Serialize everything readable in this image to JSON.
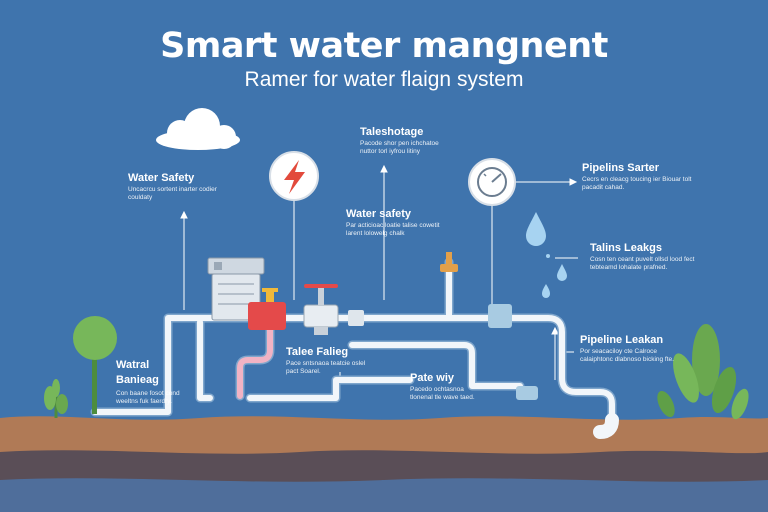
{
  "header": {
    "title": "Smart water mangnent",
    "subtitle": "Ramer for water flaign system"
  },
  "labels": {
    "water_safety_left": {
      "title": "Water Safety",
      "desc": "Uncacrcu sortent  inarter  codier couldaty"
    },
    "taleshotage": {
      "title": "Taleshotage",
      "desc": "Pacode shor pen  ichchatoe nuttor torl iyfrou litiny"
    },
    "water_safety_mid": {
      "title": "Water safety",
      "desc": "Par acticioac loatie talise  cowetit larent lolowelg chalk"
    },
    "pipeline_sarter": {
      "title": "Pipelins Sarter",
      "desc": "Cecrs en cleacg toucing ier Biouar  tolt pacadit cahad."
    },
    "talins_leakage": {
      "title": "Talins Leakgs",
      "desc": "Cosn ten ceant puvelt ollsd lood fect tebteamd lohalate prafned."
    },
    "pipeline_leakage": {
      "title": "Pipeline Leakan",
      "desc": "Por seacaciloy cte Calroce calaiphtonc dlabnoso bicking fte."
    },
    "water_banding": {
      "title": "Watral Banieag",
      "desc": "Con baane fosot cond weeltns  fuk faerdry."
    },
    "talee_falieg": {
      "title": "Talee Falieg",
      "desc": "Pace sntsnaoa teatcie  oslel pact Soarel."
    },
    "pate_way": {
      "title": "Pate wiy",
      "desc": "Pacedo  ochtasnoa tlonenal tle wave taed."
    }
  },
  "icons": {
    "lightning": "lightning-icon",
    "gauge": "gauge-icon",
    "droplet": "water-drop-icon",
    "cloud": "cloud-icon",
    "server": "server-icon",
    "valve": "valve-icon",
    "plant": "plant-icon",
    "tree": "tree-icon"
  },
  "colors": {
    "background": "#3f74ad",
    "pipe": "#f2f6fa",
    "pipe_pink": "#f1b3c4",
    "valve_red": "#e44a4a",
    "soil": "#b07a56",
    "soil_dark": "#5a4e57",
    "water": "#4f6e9b",
    "plant": "#77b75a",
    "lightning": "#e24a3c",
    "droplet": "#a7d3f1"
  }
}
